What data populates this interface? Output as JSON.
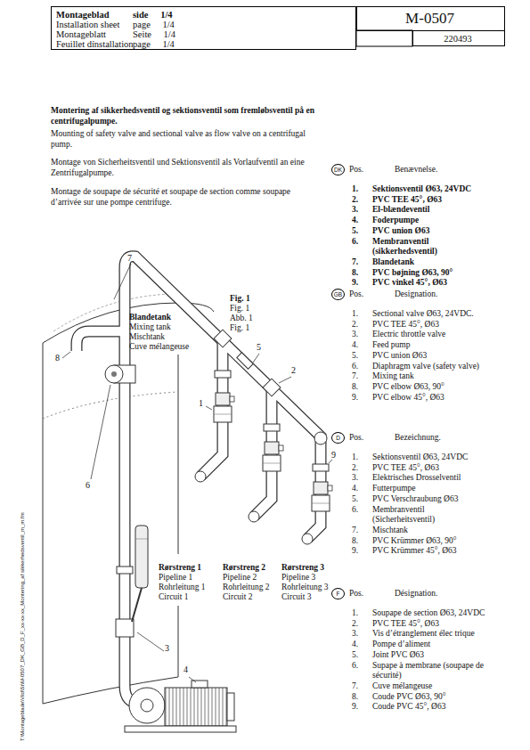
{
  "diagram": {
    "nodes": [
      {
        "text": [
          "Montageblad",
          "side 1/4",
          "Installation sheet",
          "page 1/4",
          "Montageblatt",
          "Seite 1/4",
          "Feuillet dínstallation",
          "page 1/4"
        ]
      },
      {
        "text": [
          "M-0507"
        ]
      },
      {
        "text": [
          "220493"
        ]
      },
      {
        "text": [
          "DK"
        ]
      },
      {
        "text": [
          "GB"
        ]
      },
      {
        "text": [
          "D"
        ]
      },
      {
        "text": [
          "F"
        ]
      }
    ],
    "labels": [
      "Montering af sikkerhedsventil og sektionsventil som fremløbsventil på en centrifugalpumpe.",
      "Mounting of safety valve and sectional valve as flow valve on a centrifugal pump.",
      "Montage von Sicherheitsventil und Sektionsventil als Vorlaufventil an eine Zentrifugalpumpe.",
      "Montage de soupape de sécurité et soupape de section comme soupape d’arrivée sur une pompe centrifuge.",
      "7",
      "Blandetank",
      "Mixing tank",
      "Mischtank",
      "Cuve mélangeuse",
      "Fig. 1",
      "Fig. 1",
      "Abb. 1",
      "Fig. 1",
      "8",
      "5",
      "2",
      "1",
      "6",
      "9",
      "Rørstreng 1",
      "Pipeline 1",
      "Rohrleitung 1",
      "Circuit 1",
      "Rørstreng 2",
      "Pipeline 2",
      "Rohrleitung 2",
      "Circuit 2",
      "Rørstreng 3",
      "Pipeline 3",
      "Rohrleitung 3",
      "Circuit 3",
      "3",
      "4",
      "T:\\Montageblade\\Vild\\St\\M-0507_DK_GB_D_F_xx-xx-xx_Montering_af sikkerhedsventil_m_m.fm",
      "Pos.",
      "Benævnelse.",
      "1.",
      "Sektionsventil Ø63, 24VDC",
      "2.",
      "PVC TEE 45°, Ø63",
      "3.",
      "El-blændeventil",
      "4.",
      "Foderpumpe",
      "5.",
      "PVC union Ø63",
      "6.",
      "Membranventil (sikkerhedsventil)",
      "7.",
      "Blandetank",
      "8.",
      "PVC bøjning Ø63, 90°",
      "9.",
      "PVC vinkel 45°, Ø63",
      "Pos.",
      "Designation.",
      "1.",
      "Sectional valve Ø63, 24VDC.",
      "2.",
      "PVC TEE 45°, Ø63",
      "3.",
      "Electric throttle valve",
      "4.",
      "Feed pump",
      "5.",
      "PVC union Ø63",
      "6.",
      "Diaphragm valve (safety valve)",
      "7.",
      "Mixing tank",
      "8.",
      "PVC elbow Ø63, 90°",
      "9.",
      "PVC elbow 45°, Ø63",
      "Pos.",
      "Bezeichnung.",
      "1.",
      "Sektionsventil Ø63, 24VDC",
      "2.",
      "PVC TEE 45°, Ø63",
      "3.",
      "Elektrisches Drosselventil",
      "4.",
      "Futterpumpe",
      "5.",
      "PVC Verschraubung Ø63",
      "6.",
      "Membranventil (Sicherheitsventil)",
      "7.",
      "Mischtank",
      "8.",
      "PVC Krümmer Ø63, 90°",
      "9.",
      "PVC Krümmer 45°, Ø63",
      "Pos.",
      "Désignation.",
      "1.",
      "Soupape de section Ø63, 24VDC",
      "2.",
      "PVC TEE 45°, Ø63",
      "3.",
      "Vis d’étranglement élec trique",
      "4.",
      "Pompe d’aliment",
      "5.",
      "Joint PVC Ø63",
      "6.",
      "Supape à membrane (soupape de sécurité)",
      "7.",
      "Cuve mélangeuse",
      "8.",
      "Coude PVC Ø63, 90°",
      "9.",
      "Coude PVC 45°, Ø63"
    ]
  }
}
